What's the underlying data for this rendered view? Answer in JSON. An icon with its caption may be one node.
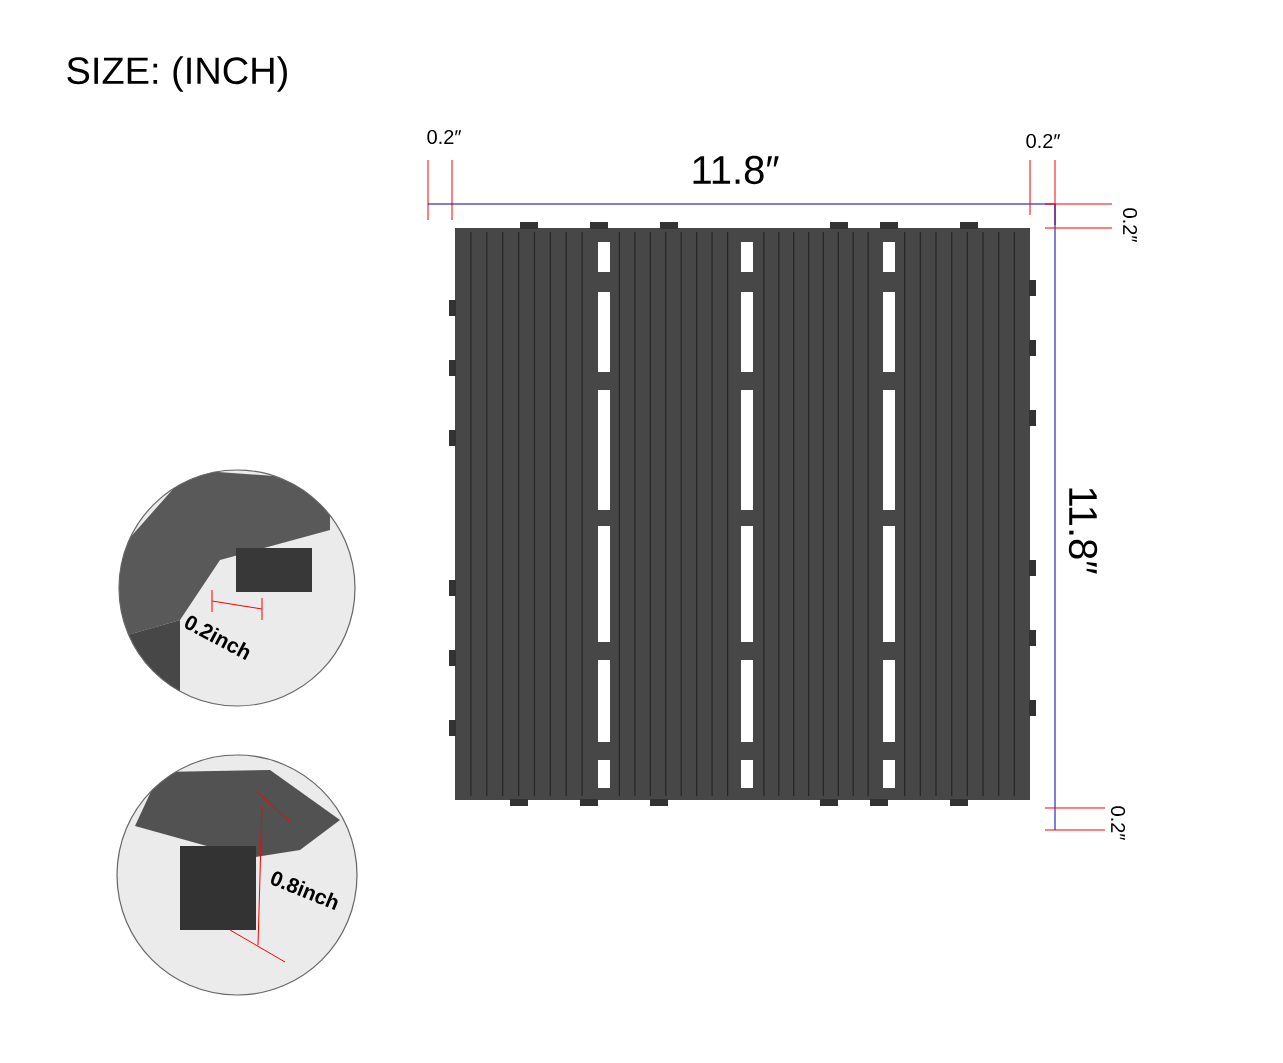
{
  "diagram": {
    "title": "SIZE:  (INCH)",
    "labels": [
      "0.2″",
      "0.2″",
      "11.8″",
      "0.2″",
      "11.8″",
      "0.2″",
      "0.2inch",
      "0.8inch"
    ]
  }
}
